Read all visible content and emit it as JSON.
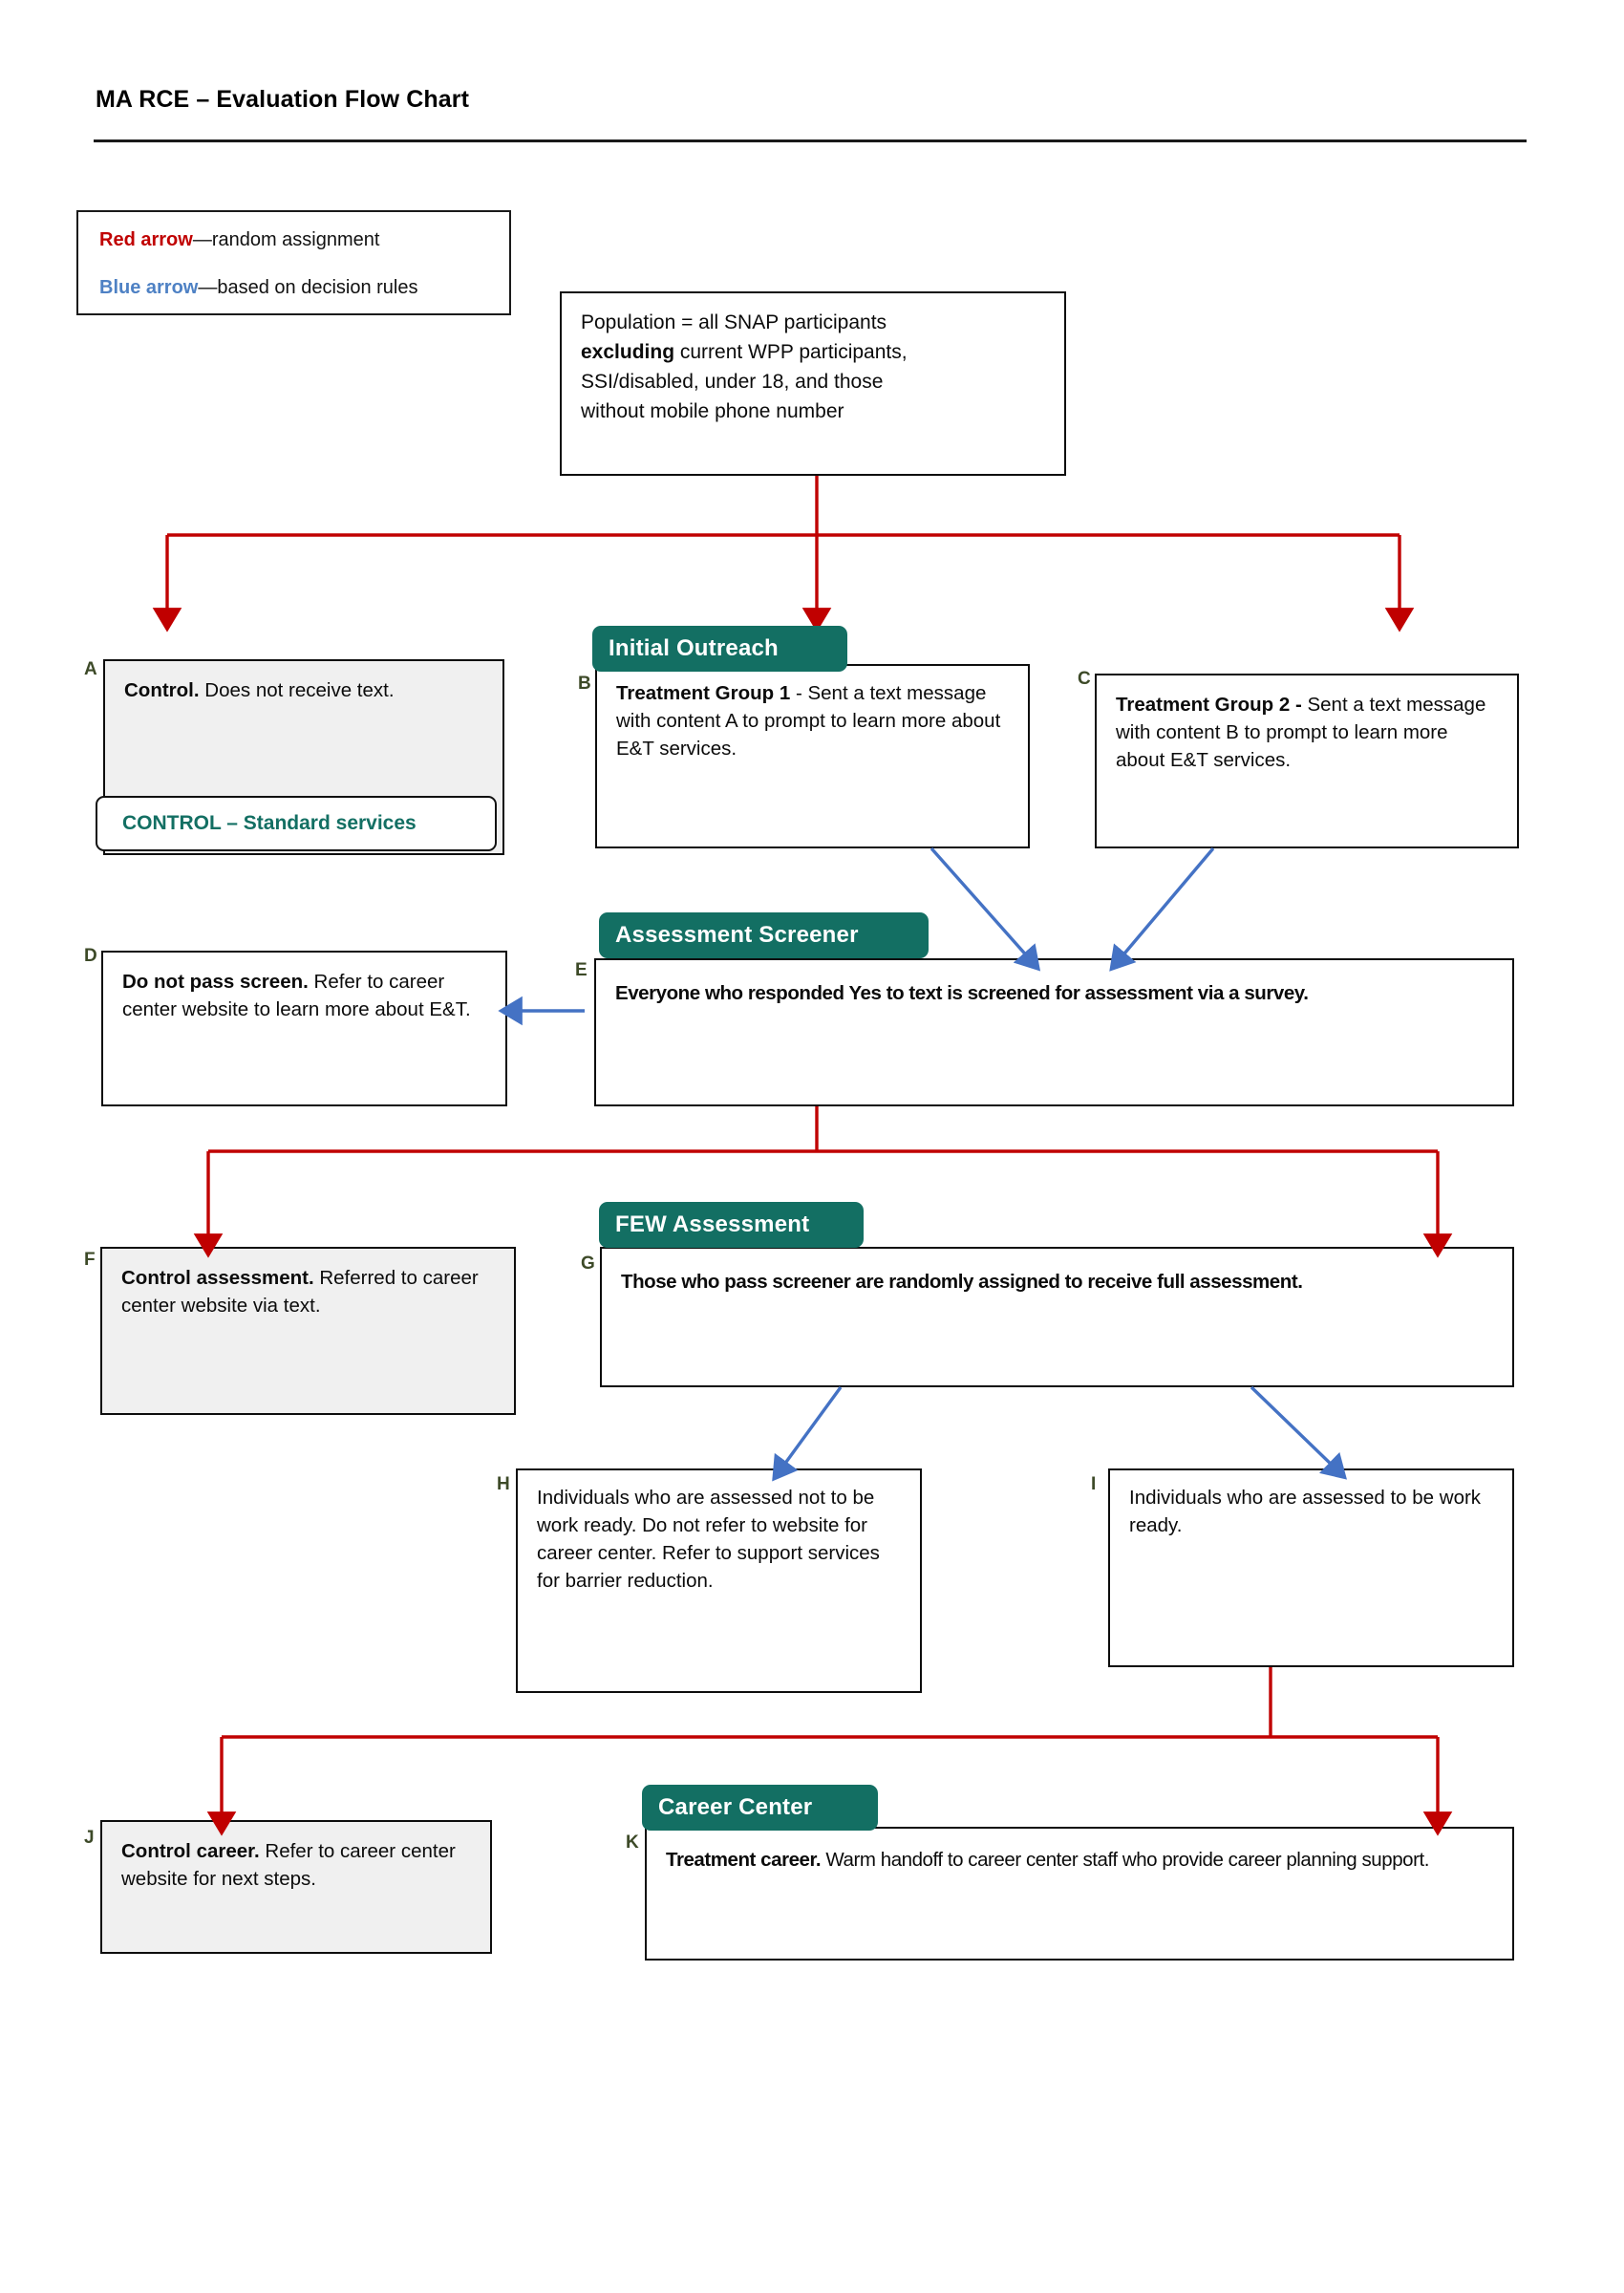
{
  "header": {
    "title": "MA RCE – Evaluation Flow Chart"
  },
  "legend": {
    "red_label": "Red arrow",
    "red_text": "—random assignment",
    "blue_label": "Blue arrow",
    "blue_text": "—based on decision rules",
    "red_color": "#C00000",
    "blue_color": "#4e81c4"
  },
  "theme": {
    "teal": "#136F63",
    "arrow_red": "#C00000",
    "arrow_blue": "#4472C4",
    "box_gray": "#f0f0f0",
    "label_green": "#3d4a28"
  },
  "tabs": {
    "initial_outreach": "Initial Outreach",
    "assessment_screener": "Assessment Screener",
    "few_assessment": "FEW Assessment",
    "career_center": "Career Center"
  },
  "population": {
    "line1": "Population = all SNAP participants",
    "bold": "excluding",
    "line2_rest": " current WPP participants,",
    "line3": "SSI/disabled, under 18, and those",
    "line4": "without mobile phone number"
  },
  "control_pill": {
    "text": "CONTROL – Standard services"
  },
  "boxes": [
    {
      "id": "A",
      "label": "A",
      "bold": "Control.",
      "rest": " Does not receive text."
    },
    {
      "id": "B",
      "label": "B",
      "bold": "Treatment Group 1",
      "rest": " - Sent a text message with content A to prompt to learn more about E&T services."
    },
    {
      "id": "C",
      "label": "C",
      "bold": "Treatment Group 2 -",
      "rest": " Sent a text message with content B to prompt to learn more about E&T services."
    },
    {
      "id": "D",
      "label": "D",
      "bold": "Do not pass screen.",
      "rest": " Refer to career center website to learn more about E&T."
    },
    {
      "id": "E",
      "label": "E",
      "bold": "Everyone who responded Yes to text is screened for assessment via a survey.",
      "rest": ""
    },
    {
      "id": "F",
      "label": "F",
      "bold": "Control assessment.",
      "rest": " Referred to career center website via text."
    },
    {
      "id": "G",
      "label": "G",
      "bold": "Those who pass screener are randomly assigned to receive full assessment.",
      "rest": ""
    },
    {
      "id": "H",
      "label": "H",
      "bold": "",
      "rest": "Individuals who are assessed not to be work ready. Do not refer to website for career center. Refer to support services for barrier reduction."
    },
    {
      "id": "I",
      "label": "I",
      "bold": "",
      "rest": "Individuals who are assessed to be work ready."
    },
    {
      "id": "J",
      "label": "J",
      "bold": "Control career.",
      "rest": " Refer to career center website for next steps."
    },
    {
      "id": "K",
      "label": "K",
      "bold": "Treatment career.",
      "rest": " Warm handoff to career center staff who provide career planning support."
    }
  ],
  "flow": {
    "edges": [
      {
        "from": "Population",
        "to": "A",
        "type": "random-assignment",
        "color": "red"
      },
      {
        "from": "Population",
        "to": "B",
        "type": "random-assignment",
        "color": "red"
      },
      {
        "from": "Population",
        "to": "C",
        "type": "random-assignment",
        "color": "red"
      },
      {
        "from": "B",
        "to": "E",
        "type": "decision-rule",
        "color": "blue"
      },
      {
        "from": "C",
        "to": "E",
        "type": "decision-rule",
        "color": "blue"
      },
      {
        "from": "E",
        "to": "D",
        "type": "decision-rule",
        "color": "blue"
      },
      {
        "from": "E",
        "to": "F",
        "type": "random-assignment",
        "color": "red"
      },
      {
        "from": "E",
        "to": "G",
        "type": "random-assignment",
        "color": "red"
      },
      {
        "from": "G",
        "to": "H",
        "type": "decision-rule",
        "color": "blue"
      },
      {
        "from": "G",
        "to": "I",
        "type": "decision-rule",
        "color": "blue"
      },
      {
        "from": "I",
        "to": "J",
        "type": "random-assignment",
        "color": "red"
      },
      {
        "from": "I",
        "to": "K",
        "type": "random-assignment",
        "color": "red"
      }
    ]
  }
}
